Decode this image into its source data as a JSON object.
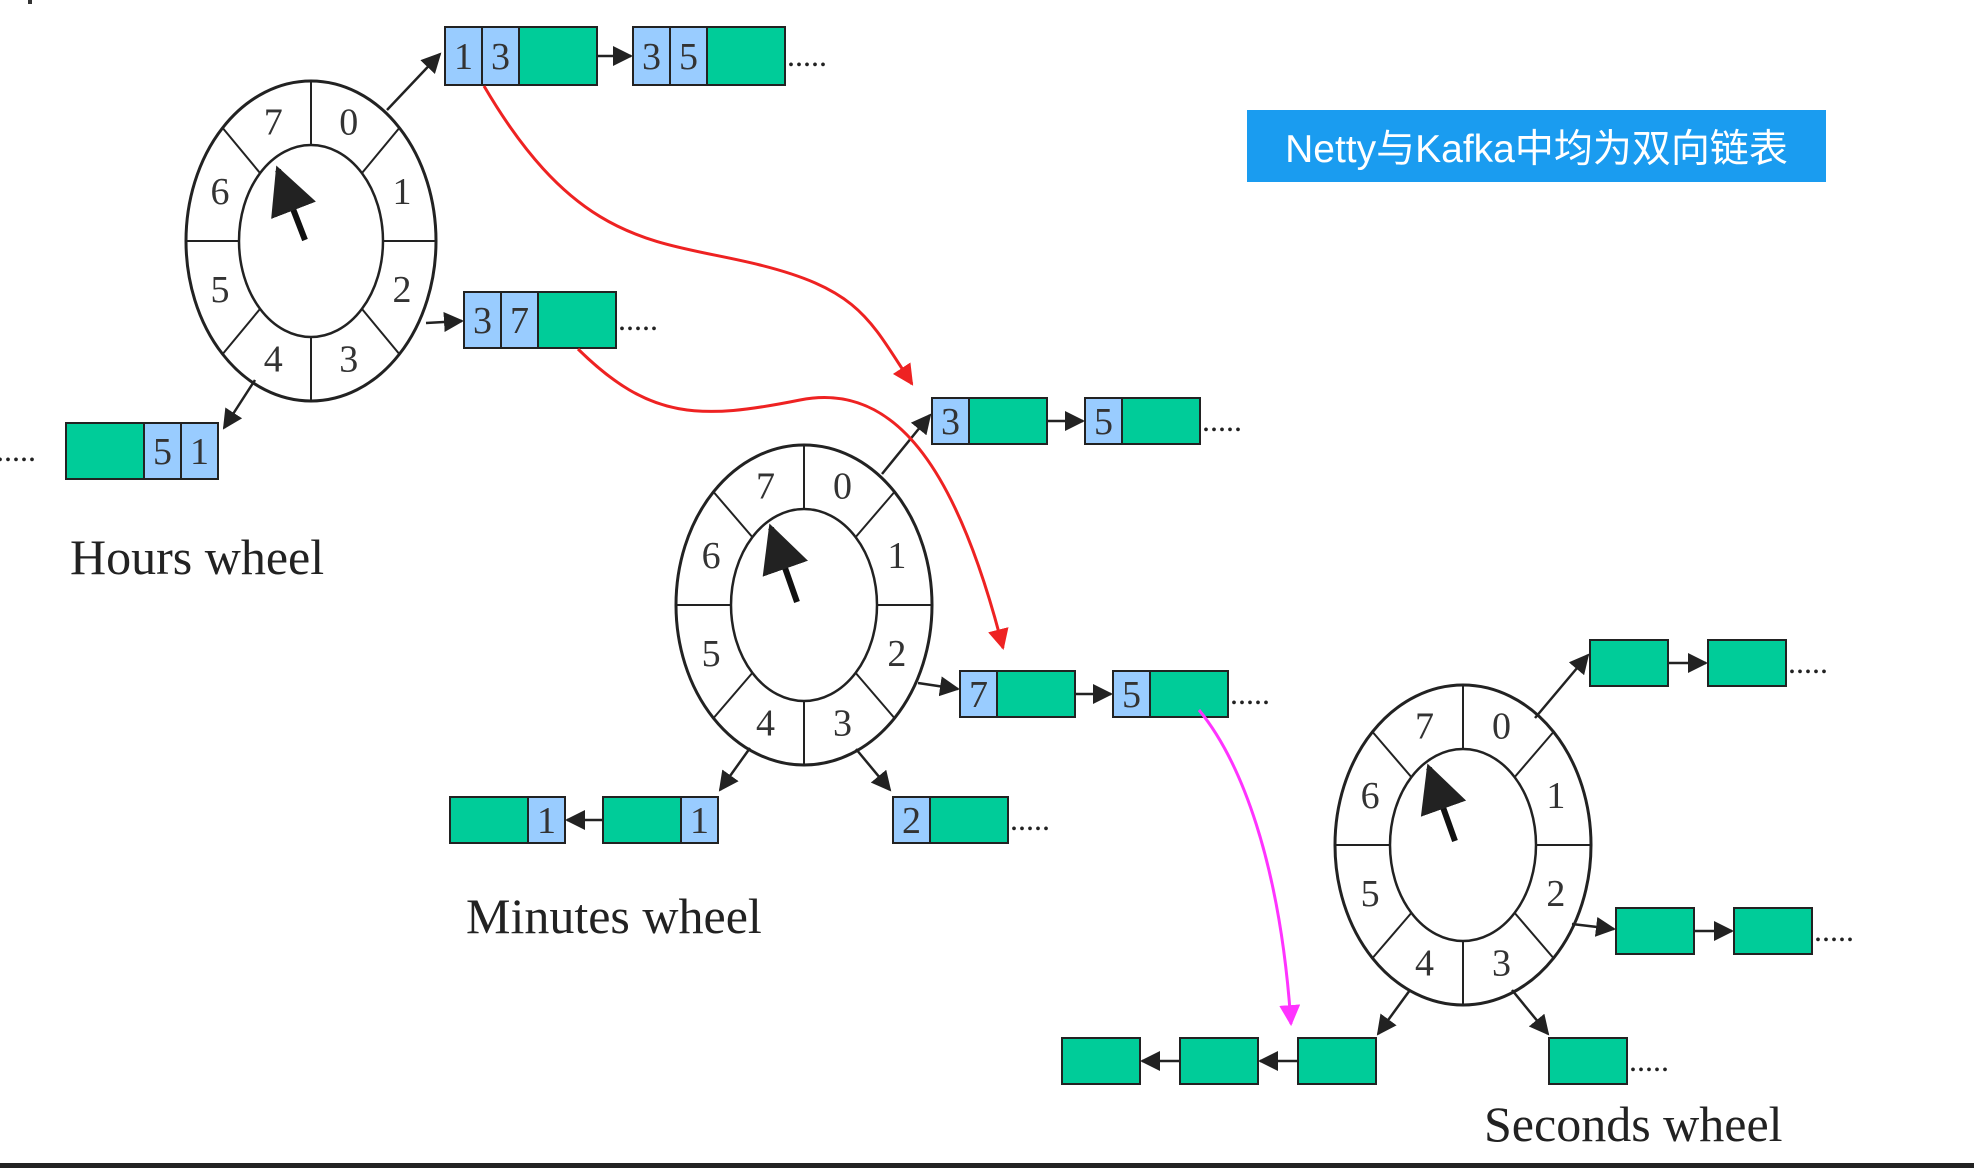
{
  "banner": {
    "text": "Netty与Kafka中均为双向链表"
  },
  "wheels": [
    {
      "id": "hours",
      "label": "Hours wheel",
      "slots": [
        "0",
        "1",
        "2",
        "3",
        "4",
        "5",
        "6",
        "7"
      ]
    },
    {
      "id": "minutes",
      "label": "Minutes wheel",
      "slots": [
        "0",
        "1",
        "2",
        "3",
        "4",
        "5",
        "6",
        "7"
      ]
    },
    {
      "id": "seconds",
      "label": "Seconds wheel",
      "slots": [
        "0",
        "1",
        "2",
        "3",
        "4",
        "5",
        "6",
        "7"
      ]
    }
  ],
  "bucket_lists": [
    {
      "wheel": "hours",
      "slot": "1",
      "nodes": [
        [
          "1",
          "3"
        ],
        [
          "3",
          "5"
        ]
      ],
      "trailing": "....."
    },
    {
      "wheel": "hours",
      "slot": "3",
      "nodes": [
        [
          "3",
          "7"
        ]
      ],
      "trailing": "....."
    },
    {
      "wheel": "hours",
      "slot": "5",
      "nodes": [
        [
          "5",
          "1"
        ]
      ],
      "trailing": "....."
    },
    {
      "wheel": "minutes",
      "slot": "1",
      "nodes": [
        [
          "3"
        ],
        [
          "5"
        ]
      ],
      "trailing": "....."
    },
    {
      "wheel": "minutes",
      "slot": "3",
      "nodes": [
        [
          "7"
        ],
        [
          "5"
        ]
      ],
      "trailing": "....."
    },
    {
      "wheel": "minutes",
      "slot": "4",
      "nodes": [
        [
          "2"
        ]
      ],
      "trailing": "....."
    },
    {
      "wheel": "minutes",
      "slot": "5",
      "nodes": [
        [
          "1"
        ],
        [
          "1"
        ]
      ],
      "trailing": ""
    },
    {
      "wheel": "seconds",
      "slot": "1",
      "nodes": [
        [],
        []
      ],
      "trailing": "....."
    },
    {
      "wheel": "seconds",
      "slot": "3",
      "nodes": [
        [],
        []
      ],
      "trailing": "....."
    },
    {
      "wheel": "seconds",
      "slot": "4",
      "nodes": [
        []
      ],
      "trailing": "....."
    },
    {
      "wheel": "seconds",
      "slot": "5",
      "nodes": [
        [],
        [],
        []
      ],
      "trailing": ""
    }
  ],
  "colors": {
    "node_fill": "#00cc99",
    "index_fill": "#99ccff",
    "outline": "#222222",
    "cascade_arrow": "#ee2222",
    "expire_arrow": "#ff33ff",
    "banner_bg": "#1a9cf0"
  }
}
